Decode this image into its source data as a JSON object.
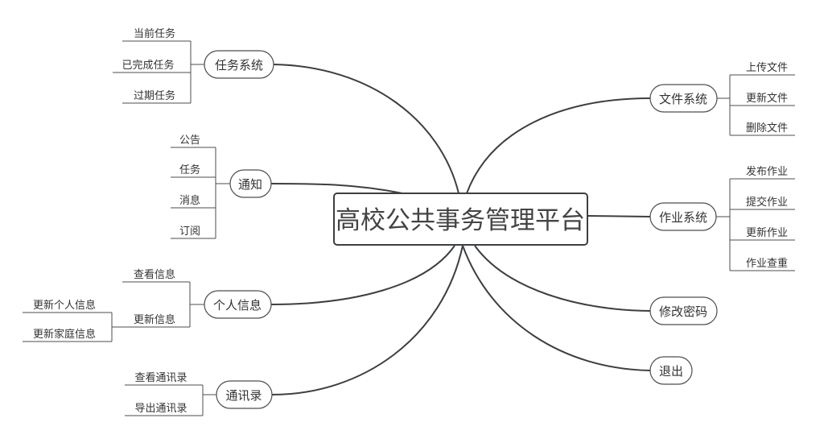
{
  "root": {
    "label": "高校公共事务管理平台"
  },
  "left_branches": [
    {
      "label": "任务系统",
      "children": [
        "当前任务",
        "已完成任务",
        "过期任务"
      ]
    },
    {
      "label": "通知",
      "children": [
        "公告",
        "任务",
        "消息",
        "订阅"
      ]
    },
    {
      "label": "个人信息",
      "children": [
        {
          "label": "查看信息"
        },
        {
          "label": "更新信息",
          "children": [
            "更新个人信息",
            "更新家庭信息"
          ]
        }
      ]
    },
    {
      "label": "通讯录",
      "children": [
        "查看通讯录",
        "导出通讯录"
      ]
    }
  ],
  "right_branches": [
    {
      "label": "文件系统",
      "children": [
        "上传文件",
        "更新文件",
        "删除文件"
      ]
    },
    {
      "label": "作业系统",
      "children": [
        "发布作业",
        "提交作业",
        "更新作业",
        "作业查重"
      ]
    },
    {
      "label": "修改密码",
      "children": []
    },
    {
      "label": "退出",
      "children": []
    }
  ]
}
